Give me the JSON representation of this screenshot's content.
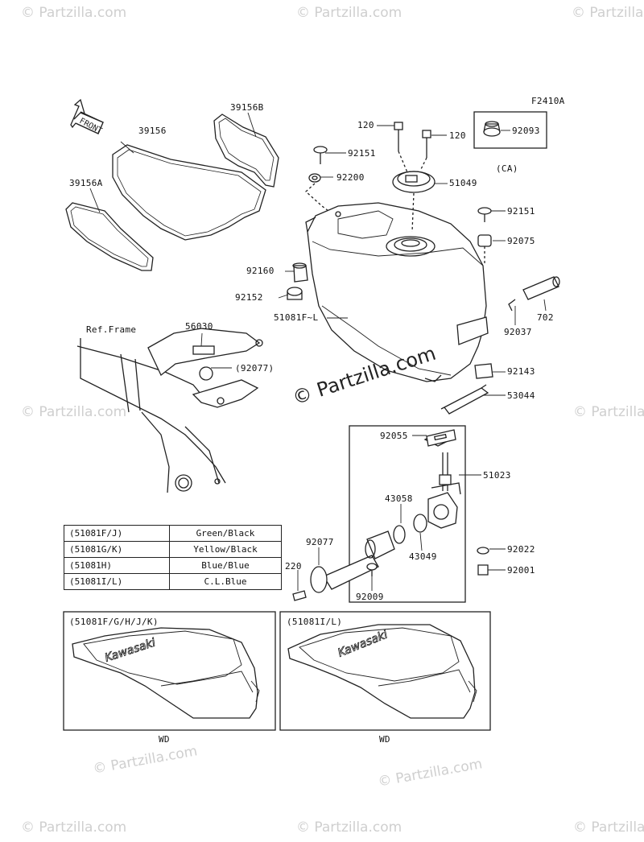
{
  "diagram": {
    "code": "F2410A",
    "front_arrow": "FRONT",
    "ref_frame": "Ref.Frame",
    "watermark": "© Partzilla.com",
    "watermark_main": "© Partzilla.com",
    "parts": {
      "p39156": "39156",
      "p39156a": "39156A",
      "p39156b": "39156B",
      "p120a": "120",
      "p120b": "120",
      "p92093": "92093",
      "ca": "(CA)",
      "p92151a": "92151",
      "p92200": "92200",
      "p51049": "51049",
      "p92151b": "92151",
      "p92075": "92075",
      "p92160": "92160",
      "p92152": "92152",
      "p51081": "51081F~L",
      "p702": "702",
      "p92037": "92037",
      "p56030": "56030",
      "p92077a": "(92077)",
      "p92143": "92143",
      "p53044": "53044",
      "p92055": "92055",
      "p51023": "51023",
      "p43058": "43058",
      "p43049": "43049",
      "p92077b": "92077",
      "p220": "220",
      "p92022": "92022",
      "p92001": "92001",
      "p92009": "92009"
    },
    "color_table": [
      {
        "model": "(51081F/J)",
        "color": "Green/Black"
      },
      {
        "model": "(51081G/K)",
        "color": "Yellow/Black"
      },
      {
        "model": "(51081H)",
        "color": "Blue/Blue"
      },
      {
        "model": "(51081I/L)",
        "color": "C.L.Blue"
      }
    ],
    "panel_left": {
      "label": "(51081F/G/H/J/K)",
      "brand": "Kawasaki",
      "caption": "WD"
    },
    "panel_right": {
      "label": "(51081I/L)",
      "brand": "Kawasaki",
      "caption": "WD"
    }
  }
}
